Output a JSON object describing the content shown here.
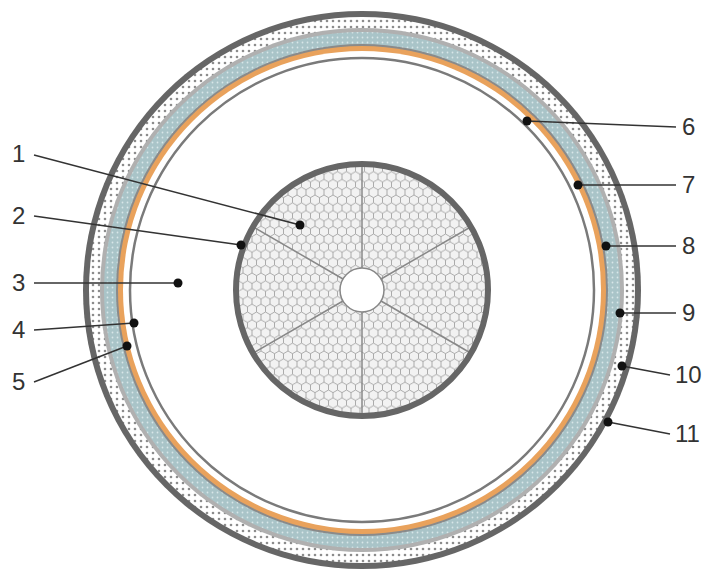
{
  "diagram": {
    "labels": [
      "1",
      "2",
      "3",
      "4",
      "5",
      "6",
      "7",
      "8",
      "9",
      "10",
      "11"
    ]
  }
}
